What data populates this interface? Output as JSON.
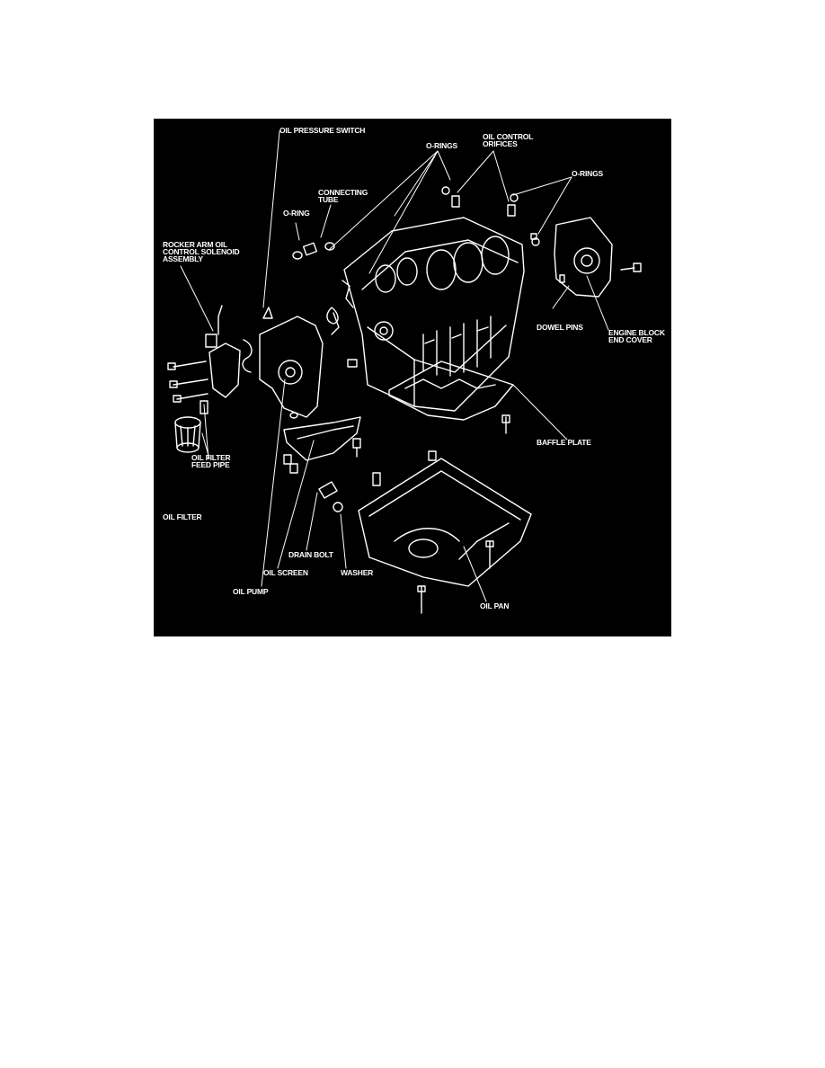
{
  "diagram": {
    "background": "#000000",
    "foreground": "#ffffff",
    "labels": {
      "oil_pressure_switch": "OIL PRESSURE SWITCH",
      "o_rings_top": "O-RINGS",
      "oil_control_orifices": [
        "OIL CONTROL",
        "ORIFICES"
      ],
      "o_rings_right": "O-RINGS",
      "connecting_tube": [
        "CONNECTING",
        "TUBE"
      ],
      "o_ring": "O-RING",
      "rocker_arm": [
        "ROCKER ARM OIL",
        "CONTROL SOLENOID",
        "ASSEMBLY"
      ],
      "dowel_pins": "DOWEL PINS",
      "engine_block_end_cover": [
        "ENGINE BLOCK",
        "END COVER"
      ],
      "baffle_plate": "BAFFLE PLATE",
      "oil_filter_feed_pipe": [
        "OIL FILTER",
        "FEED PIPE"
      ],
      "oil_filter": "OIL FILTER",
      "drain_bolt": "DRAIN BOLT",
      "oil_screen": "OIL SCREEN",
      "washer": "WASHER",
      "oil_pump": "OIL PUMP",
      "oil_pan": "OIL PAN"
    }
  }
}
